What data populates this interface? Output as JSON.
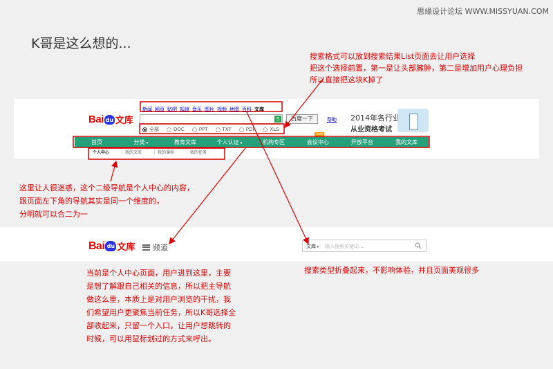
{
  "watermark": "思缘设计论坛 WWW.MISSYUAN.COM",
  "page_title": "K哥是这么想的...",
  "notes": {
    "top": [
      "搜索格式可以放到搜索结果List页面去让用户选择",
      "把这个选择前置，第一是让头部臃肿，第二是增加用户心理负担",
      "所以直接把这块K掉了"
    ],
    "left": [
      "这里让人很迷惑，这个二级导航是个人中心的内容，",
      "跟页面左下角的导航其实是同一个维度的，",
      "分明就可以合二为一"
    ],
    "right": "搜索类型折叠起来，不影响体验，并且页面美观很多",
    "bottom": [
      "当前是个人中心页面，用户进到这里，主要",
      "是想了解跟自己相关的信息，所以把主导航",
      "做这么重，本质上是对用户浏览的干扰，我",
      "们希望用户更聚焦当前任务，所以K哥选择全",
      "部收起来，只留一个入口，让用户想跳转的",
      "时候，可以用鼠标划过的方式来呼出。"
    ]
  },
  "logo": {
    "bai": "Bai",
    "du": "du",
    "wenku": "文库"
  },
  "old": {
    "search_tabs": [
      "新闻",
      "网页",
      "贴吧",
      "知道",
      "音乐",
      "图片",
      "视频",
      "地图",
      "百科",
      "文库"
    ],
    "search_button": "百度一下",
    "help": "帮助",
    "mini_icon": "S",
    "formats": [
      "全部",
      "DOC",
      "PPT",
      "TXT",
      "PDF",
      "XLS"
    ],
    "ad_line1": "2014年各行业",
    "ad_line2": "从业资格考试",
    "nav": [
      "首页",
      "分类",
      "教育文库",
      "个人认证",
      "机构专区",
      "会议中心",
      "开放平台",
      "我的文库"
    ],
    "new_badge": "new",
    "sub_nav": [
      "个人中心",
      "我的文库",
      "我的课程",
      "我的任务"
    ]
  },
  "new": {
    "channel": "频道",
    "search_type": "文库",
    "search_placeholder": "输入搜索关键词..."
  },
  "colors": {
    "nav_green": "#24a17a",
    "annotation_red": "#d80000",
    "baidu_red": "#e10602",
    "baidu_blue": "#2932e1"
  }
}
